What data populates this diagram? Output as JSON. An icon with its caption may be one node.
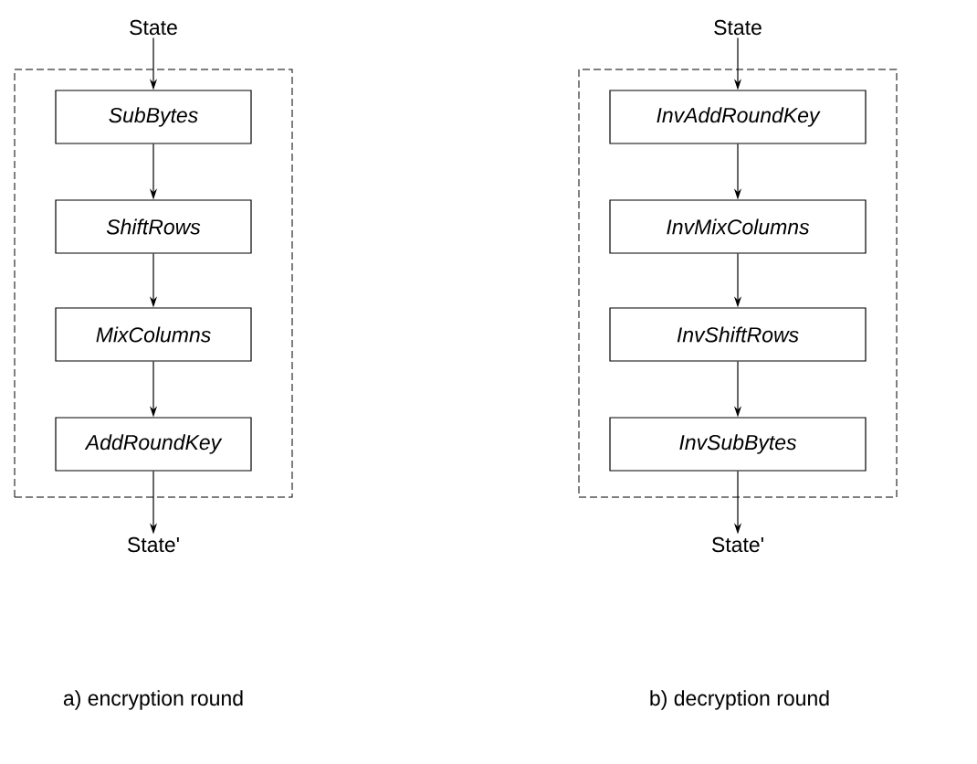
{
  "diagram": {
    "nodes": [
      {
        "text": [],
        "shape": "box"
      },
      {
        "text": [
          "State"
        ]
      },
      {
        "text": [
          "SubBytes"
        ],
        "in": 0
      },
      {
        "text": [
          "ShiftRows"
        ],
        "in": 0
      },
      {
        "text": [
          "MixColumns"
        ],
        "in": 0
      },
      {
        "text": [
          "AddRoundKey"
        ],
        "in": 0
      },
      {
        "text": [
          "State'"
        ]
      },
      {
        "text": [],
        "shape": "box"
      },
      {
        "text": [
          "State"
        ]
      },
      {
        "text": [
          "InvAddRoundKey"
        ],
        "in": 7
      },
      {
        "text": [
          "InvMixColumns"
        ],
        "in": 7
      },
      {
        "text": [
          "InvShiftRows"
        ],
        "in": 7
      },
      {
        "text": [
          "InvSubBytes"
        ],
        "in": 7
      },
      {
        "text": [
          "State'"
        ]
      }
    ],
    "edges": [
      {
        "from": 1,
        "to": 2,
        "arrow": "to"
      },
      {
        "from": 2,
        "to": 3,
        "arrow": "to"
      },
      {
        "from": 3,
        "to": 4,
        "arrow": "to"
      },
      {
        "from": 4,
        "to": 5,
        "arrow": "to"
      },
      {
        "from": 5,
        "to": 6,
        "arrow": "to"
      },
      {
        "from": 8,
        "to": 9,
        "arrow": "to"
      },
      {
        "from": 9,
        "to": 10,
        "arrow": "to"
      },
      {
        "from": 10,
        "to": 11,
        "arrow": "to"
      },
      {
        "from": 11,
        "to": 12,
        "arrow": "to"
      },
      {
        "from": 12,
        "to": 13,
        "arrow": "to"
      }
    ],
    "labels": [
      "a) encryption round",
      "b) decryption round"
    ]
  }
}
